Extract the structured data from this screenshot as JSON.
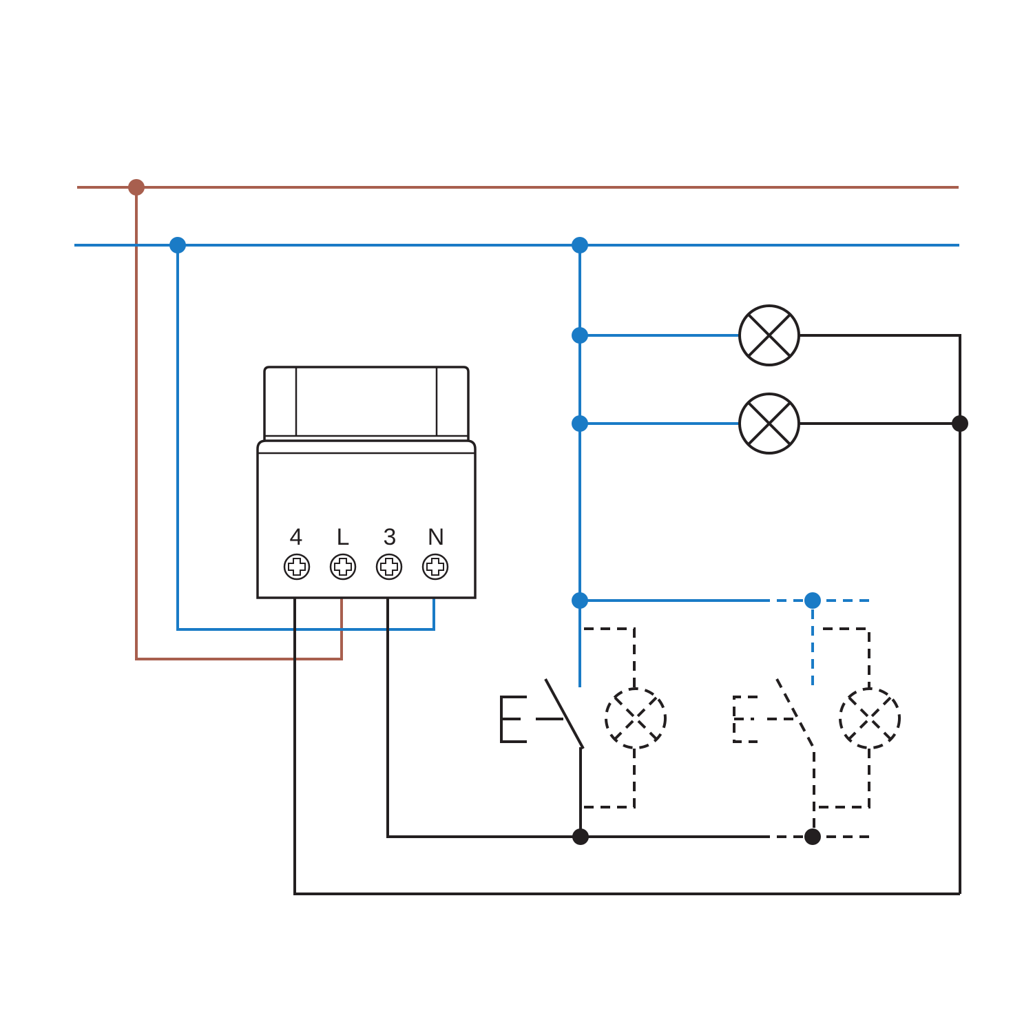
{
  "colors": {
    "phase": "#a85f4e",
    "neutral": "#1a7bc6",
    "load": "#231f20",
    "background": "#ffffff"
  },
  "module": {
    "terminals": [
      {
        "label": "4"
      },
      {
        "label": "L"
      },
      {
        "label": "3"
      },
      {
        "label": "N"
      }
    ]
  },
  "components": {
    "lamps": {
      "count": 2,
      "icon": "lamp-cross-circle-icon"
    },
    "switch": {
      "icon": "pushbutton-switch-icon"
    },
    "optional_units": {
      "count": 1,
      "style": "dashed",
      "icon": "pushbutton-and-lamp-optional-icon"
    }
  }
}
